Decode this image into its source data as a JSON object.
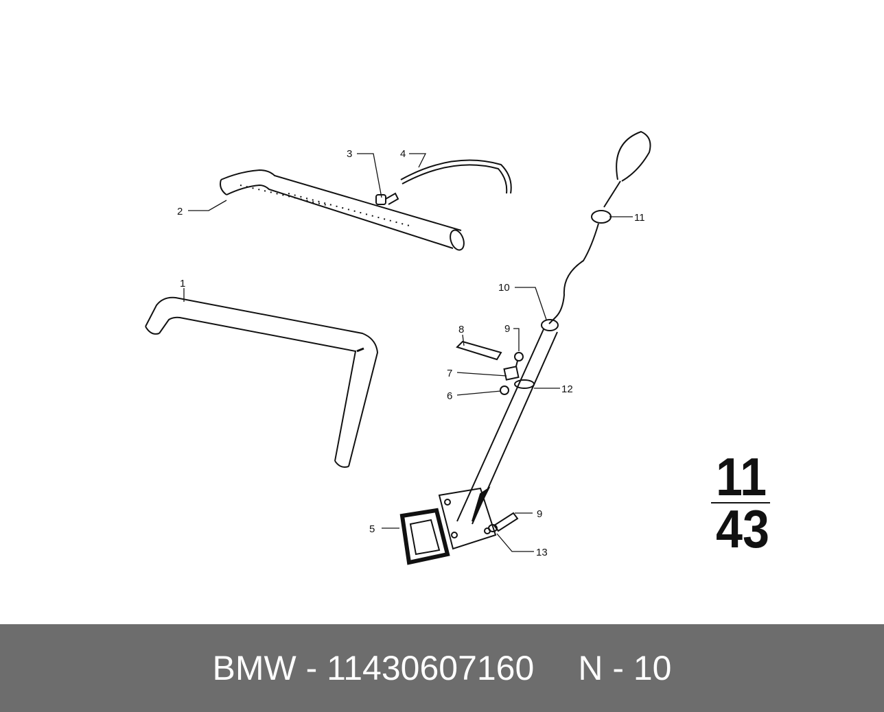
{
  "diagram": {
    "callouts": [
      {
        "id": "c1",
        "label": "1"
      },
      {
        "id": "c2",
        "label": "2"
      },
      {
        "id": "c3",
        "label": "3"
      },
      {
        "id": "c4",
        "label": "4"
      },
      {
        "id": "c5",
        "label": "5"
      },
      {
        "id": "c6",
        "label": "6"
      },
      {
        "id": "c7",
        "label": "7"
      },
      {
        "id": "c8",
        "label": "8"
      },
      {
        "id": "c9a",
        "label": "9"
      },
      {
        "id": "c9b",
        "label": "9"
      },
      {
        "id": "c10",
        "label": "10"
      },
      {
        "id": "c11",
        "label": "11"
      },
      {
        "id": "c12",
        "label": "12"
      },
      {
        "id": "c13",
        "label": "13"
      }
    ],
    "section": {
      "group": "11",
      "subgroup": "43"
    }
  },
  "footer": {
    "part_text": "BMW - 11430607160",
    "code_text": "N - 10"
  }
}
